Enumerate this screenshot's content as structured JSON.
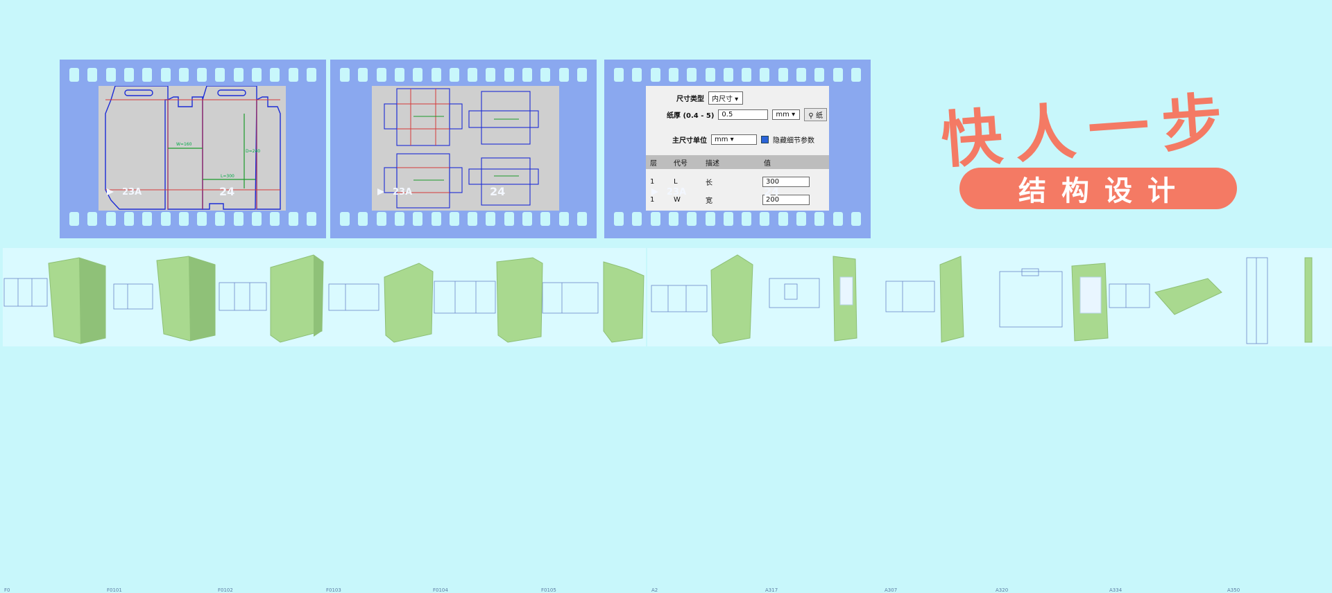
{
  "filmstrip": {
    "frame_codes": [
      {
        "a": "23A",
        "b": "24"
      },
      {
        "a": "23A",
        "b": "24"
      },
      {
        "a": "23A",
        "b": "24"
      }
    ]
  },
  "dimension_labels": {
    "w": "W=160",
    "d": "D=240",
    "l": "L=300"
  },
  "form": {
    "size_type_label": "尺寸类型",
    "size_type_value": "内尺寸",
    "thickness_label": "纸厚 (0.4 - 5)",
    "thickness_value": "0.5",
    "thickness_unit": "mm",
    "paper_button": "纸",
    "main_unit_label": "主尺寸单位",
    "main_unit_value": "mm",
    "hide_details_label": "隐藏细节参数",
    "table_headers": [
      "层",
      "代号",
      "描述",
      "值"
    ],
    "rows": [
      {
        "layer": "1",
        "code": "L",
        "desc": "长",
        "value": "300"
      },
      {
        "layer": "1",
        "code": "W",
        "desc": "宽",
        "value": "200"
      }
    ]
  },
  "headline": "快人一步",
  "subtitle": "结构设计",
  "catalog_captions": [
    "F0",
    "F0101",
    "F0102",
    "F0103",
    "F0104",
    "F0105",
    "A2",
    "A317",
    "A307",
    "A320",
    "A334",
    "A350"
  ],
  "colors": {
    "background": "#c8f7fb",
    "film": "#8aa8ef",
    "accent": "#f47a64",
    "box_green": "#a9d98f"
  }
}
